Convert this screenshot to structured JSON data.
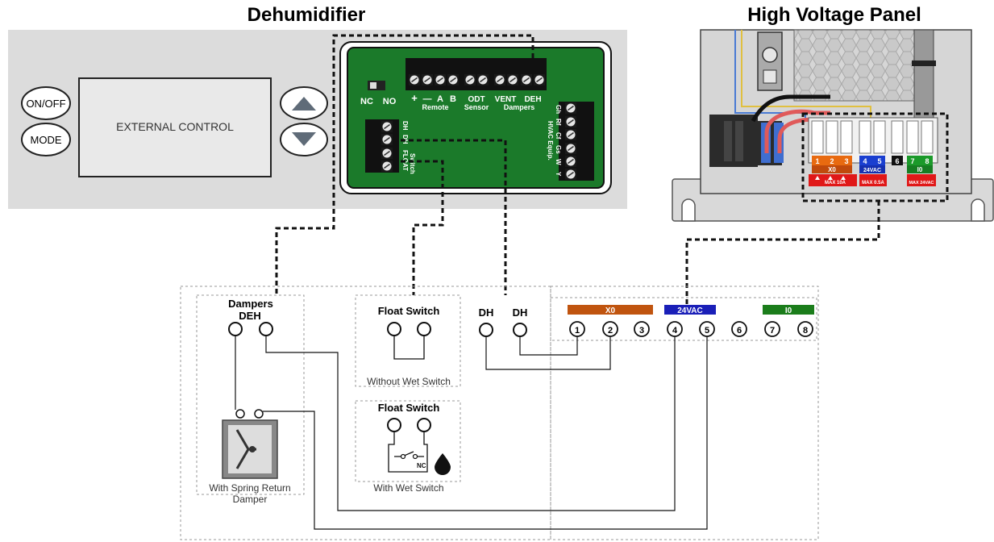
{
  "titles": {
    "dehumidifier": "Dehumidifier",
    "hv_panel": "High Voltage Panel"
  },
  "dehumidifier": {
    "buttons": {
      "on_off": "ON/OFF",
      "mode": "MODE"
    },
    "display": "EXTERNAL CONTROL",
    "switch": {
      "nc": "NC",
      "no": "NO"
    },
    "board": {
      "top_signs": [
        "+",
        "—",
        "A",
        "B",
        "ODT",
        "VENT",
        "DEH"
      ],
      "top_groups": [
        "Remote",
        "Sensor",
        "Dampers"
      ],
      "left_labels": [
        "DH",
        "DH"
      ],
      "float_switch": "FLOAT\nSwitch",
      "right_labels": [
        "Gh",
        "Rf",
        "Cf",
        "Gs",
        "W",
        "Y"
      ],
      "right_group": "HVAC Equip."
    }
  },
  "hv_panel": {
    "terminals": [
      "1",
      "2",
      "3",
      "4",
      "5",
      "6",
      "7",
      "8"
    ],
    "groups": {
      "x0": "X0",
      "vac": "24VAC",
      "io": "I0"
    },
    "warnings": {
      "x0": "MAX 10A",
      "vac": "MAX 0.5A",
      "io": "MAX 24VAC"
    }
  },
  "wiring": {
    "dampers_title": "Dampers",
    "deh_label": "DEH",
    "damper_caption_1": "With Spring Return",
    "damper_caption_2": "Damper",
    "float_switch_1": "Float Switch",
    "without_wet": "Without Wet Switch",
    "float_switch_2": "Float Switch",
    "nc_label": "NC",
    "with_wet": "With Wet Switch",
    "dh_1": "DH",
    "dh_2": "DH",
    "x0_bar": "X0",
    "vac_bar": "24VAC",
    "io_bar": "I0",
    "terminals": [
      "①",
      "②",
      "③",
      "④",
      "⑤",
      "⑥",
      "⑦",
      "⑧"
    ]
  },
  "colors": {
    "housing": "#dcdcdc",
    "board_green": "#1b7a2a",
    "x0_orange": "#c0540f",
    "vac_blue": "#1a1fb8",
    "io_green": "#1b7d1b",
    "warning_red": "#e01818"
  }
}
